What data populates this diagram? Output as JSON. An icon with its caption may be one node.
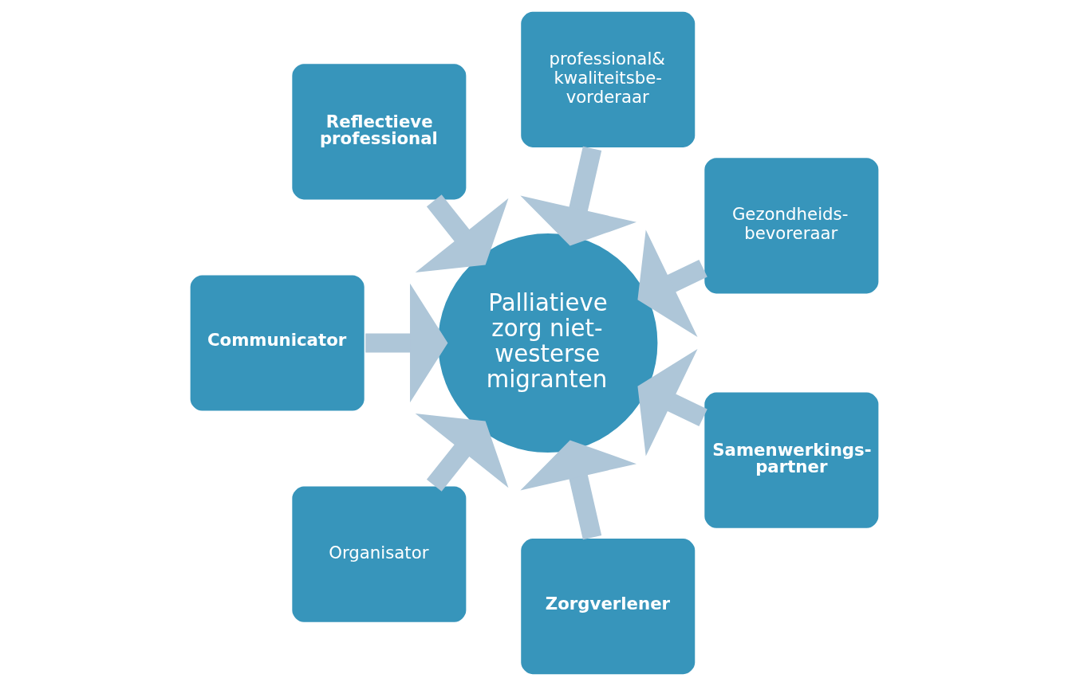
{
  "diagram": {
    "nodes": [
      {
        "text": [
          "Palliatieve zorg niet- westerse migranten"
        ]
      },
      {
        "text": [
          "Gezondheids- bevoreraar"
        ]
      },
      {
        "text": [
          "professional& kwaliteitsbe- vorderaar"
        ]
      },
      {
        "text": [
          "Reflectieve professional"
        ]
      },
      {
        "text": [
          "Communicator"
        ]
      },
      {
        "text": [
          "Organisator"
        ]
      },
      {
        "text": [
          "Zorgverlener"
        ]
      },
      {
        "text": [
          "Samenwerkings- partner"
        ]
      }
    ],
    "edges": [
      {
        "from": 1,
        "to": 0,
        "arrow": "to"
      },
      {
        "from": 2,
        "to": 0,
        "arrow": "to"
      },
      {
        "from": 3,
        "to": 0,
        "arrow": "to"
      },
      {
        "from": 4,
        "to": 0,
        "arrow": "to"
      },
      {
        "from": 5,
        "to": 0,
        "arrow": "to"
      },
      {
        "from": 6,
        "to": 0,
        "arrow": "to"
      },
      {
        "from": 7,
        "to": 0,
        "arrow": "to"
      }
    ]
  }
}
